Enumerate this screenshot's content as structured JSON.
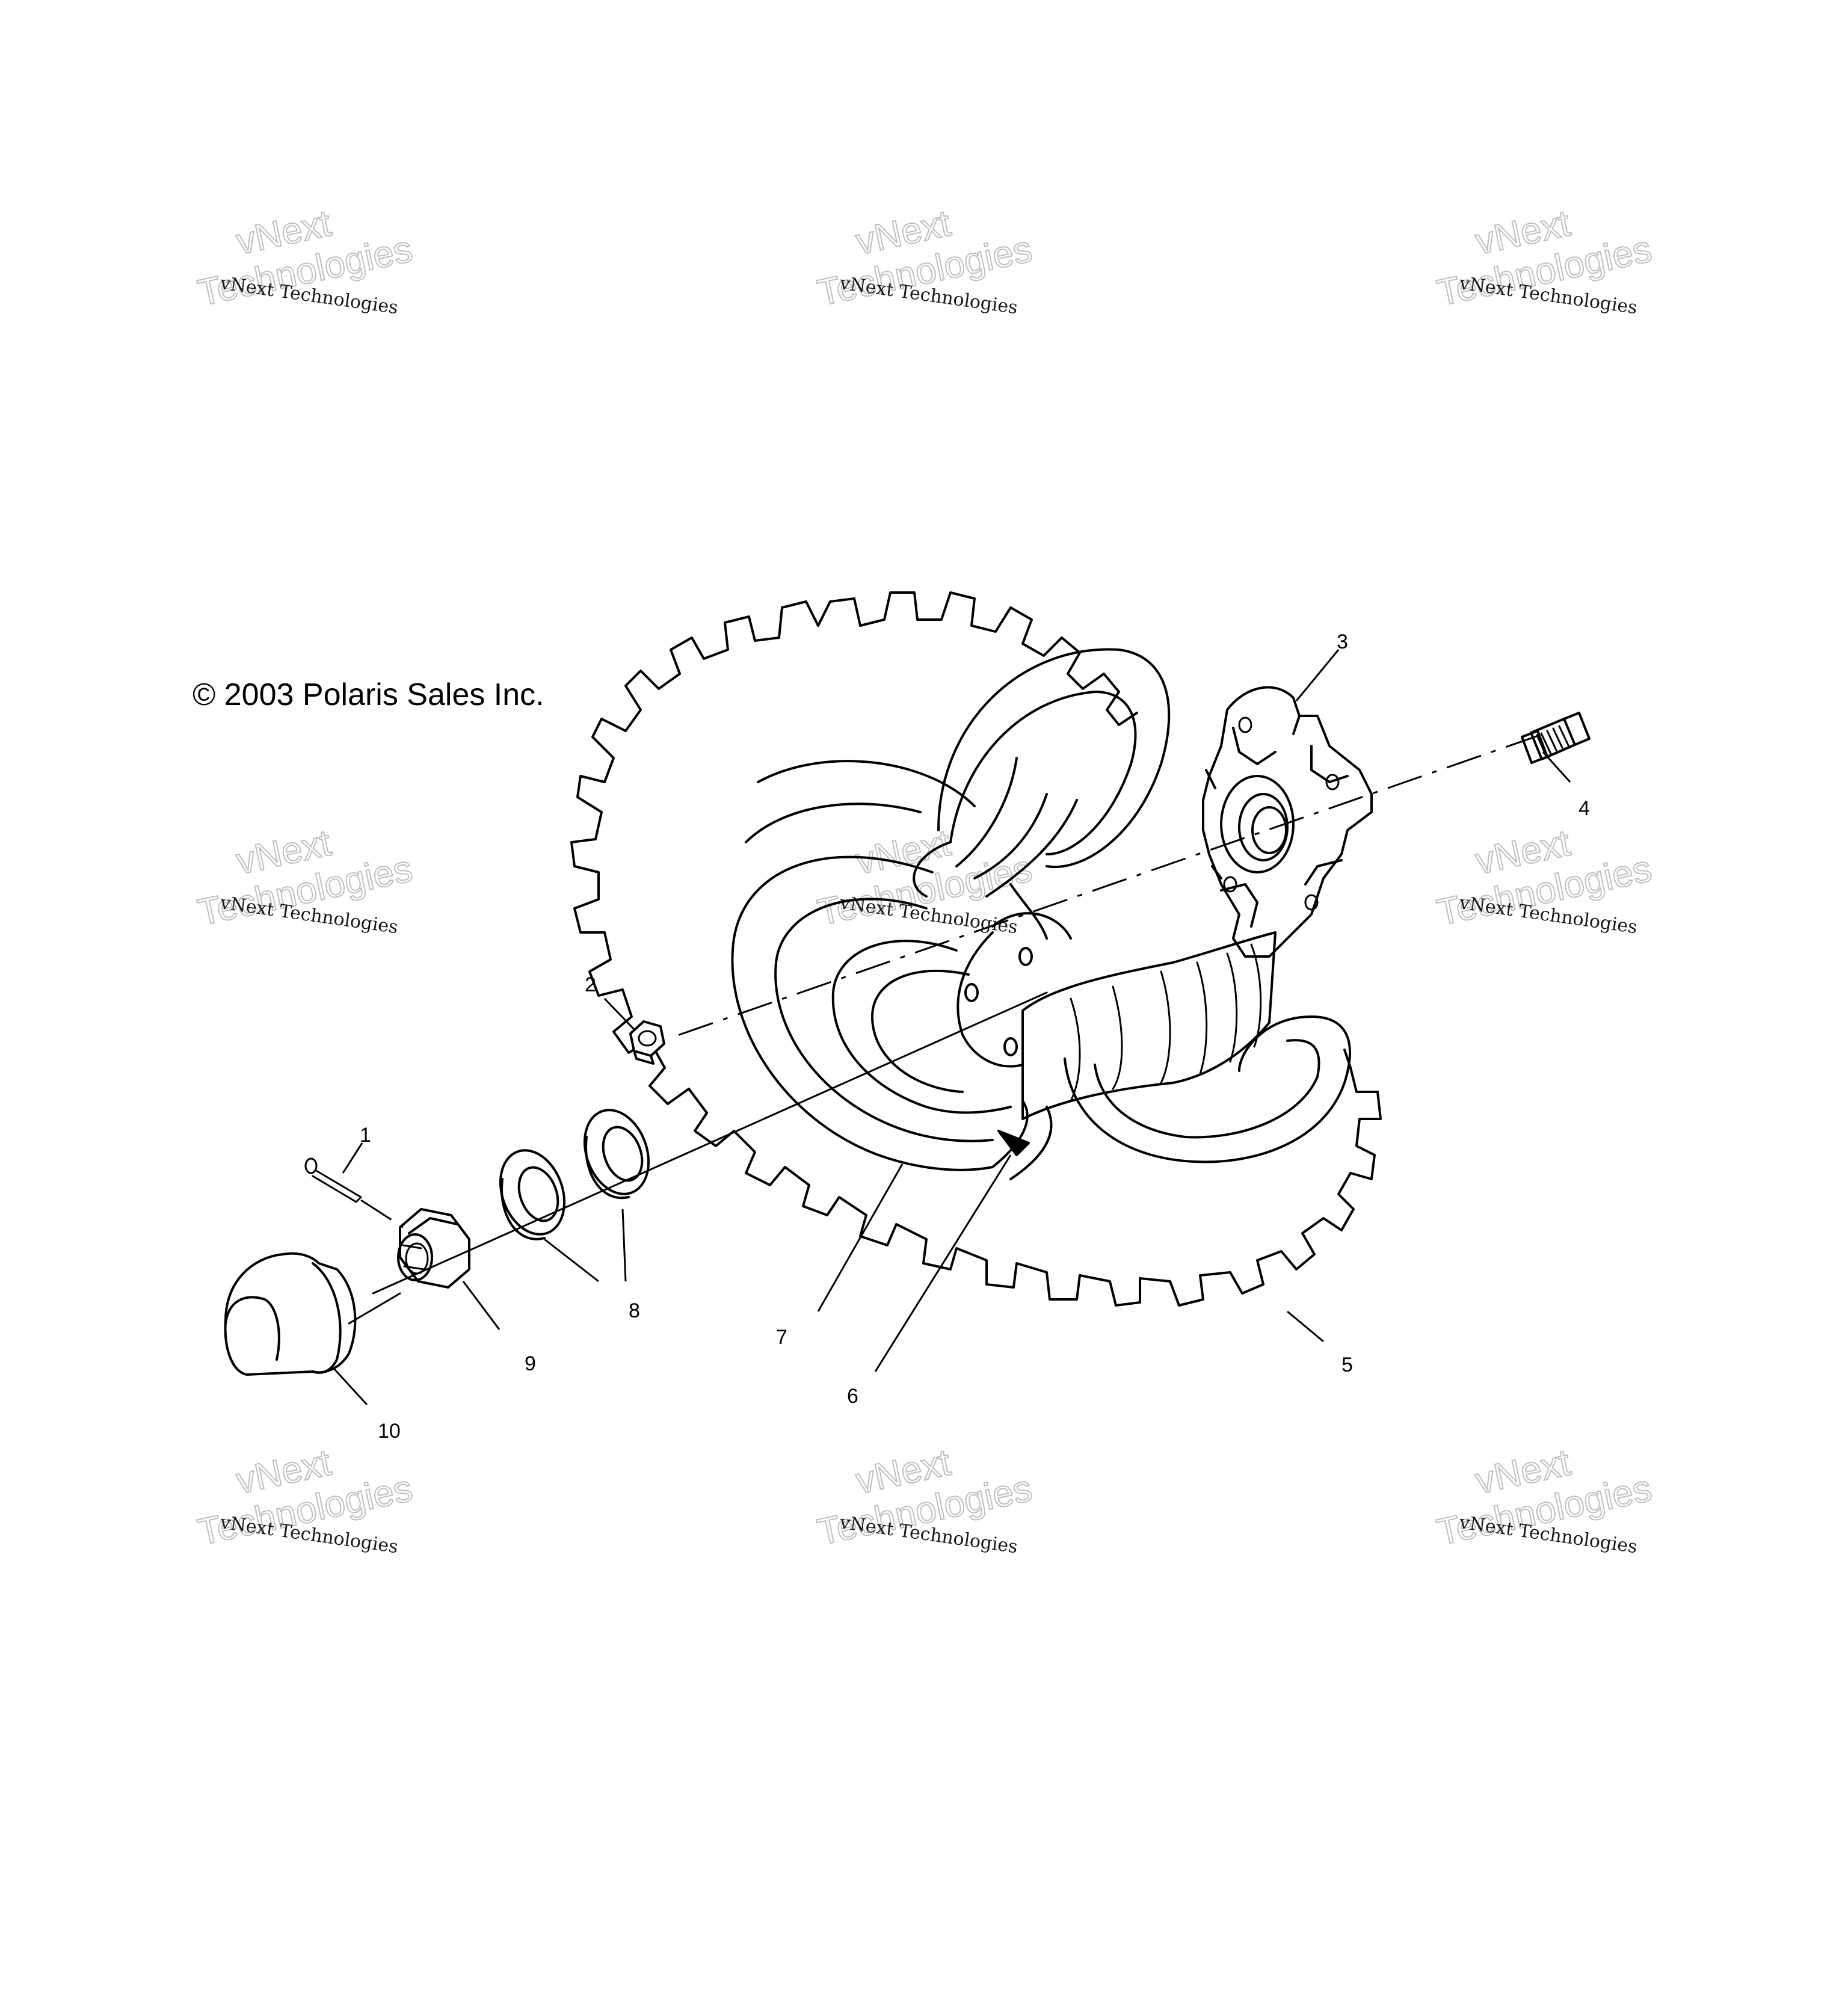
{
  "copyright": "© 2003 Polaris Sales Inc.",
  "watermark": {
    "small_text": "vNext Technologies",
    "big_line1": "vNext",
    "big_line2": "Technologies"
  },
  "callouts": {
    "c1": "1",
    "c2": "2",
    "c3": "3",
    "c4": "4",
    "c5": "5",
    "c6": "6",
    "c7": "7",
    "c8": "8",
    "c9": "9",
    "c10": "10"
  },
  "parts_depicted": [
    "cotter-pin",
    "lock-nut",
    "wheel-hub",
    "hub-bolt",
    "tire",
    "valve-stem",
    "wheel-rim",
    "washers",
    "castle-nut",
    "hub-cap"
  ]
}
